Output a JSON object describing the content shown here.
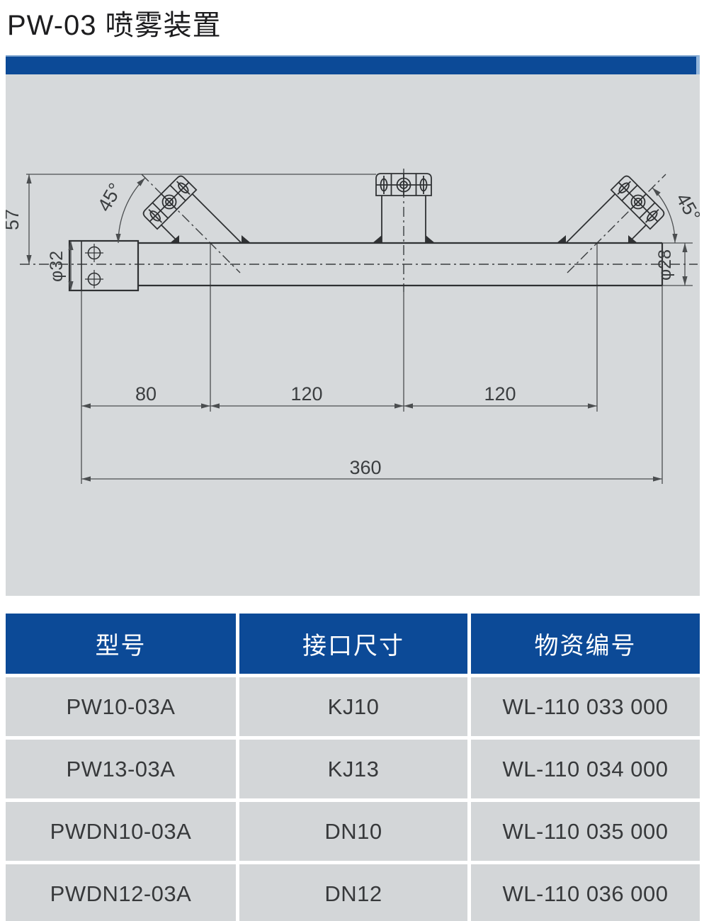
{
  "page": {
    "title": "PW-03 喷雾装置"
  },
  "colors": {
    "accent_blue": "#0c4a97",
    "accent_blue_light_edge": "#7ba3ce",
    "drawing_panel_gray": "#d6d9db",
    "table_row_gray": "#d3d6d8",
    "header_text": "#ffffff",
    "body_text": "#37393b",
    "drawing_line": "#2f3133",
    "dimension_line": "#4b4e50"
  },
  "drawing": {
    "labels": {
      "height_57": "57",
      "left_diameter": "φ32",
      "left_angle": "45°",
      "right_angle": "45°",
      "right_diameter": "φ28",
      "span_left": "80",
      "span_mid": "120",
      "span_right": "120",
      "span_total": "360"
    }
  },
  "table": {
    "headers": [
      "型号",
      "接口尺寸",
      "物资编号"
    ],
    "rows": [
      {
        "model": "PW10-03A",
        "interface": "KJ10",
        "material_no": "WL-110 033 000"
      },
      {
        "model": "PW13-03A",
        "interface": "KJ13",
        "material_no": "WL-110 034 000"
      },
      {
        "model": "PWDN10-03A",
        "interface": "DN10",
        "material_no": "WL-110 035 000"
      },
      {
        "model": "PWDN12-03A",
        "interface": "DN12",
        "material_no": "WL-110 036 000"
      }
    ]
  }
}
